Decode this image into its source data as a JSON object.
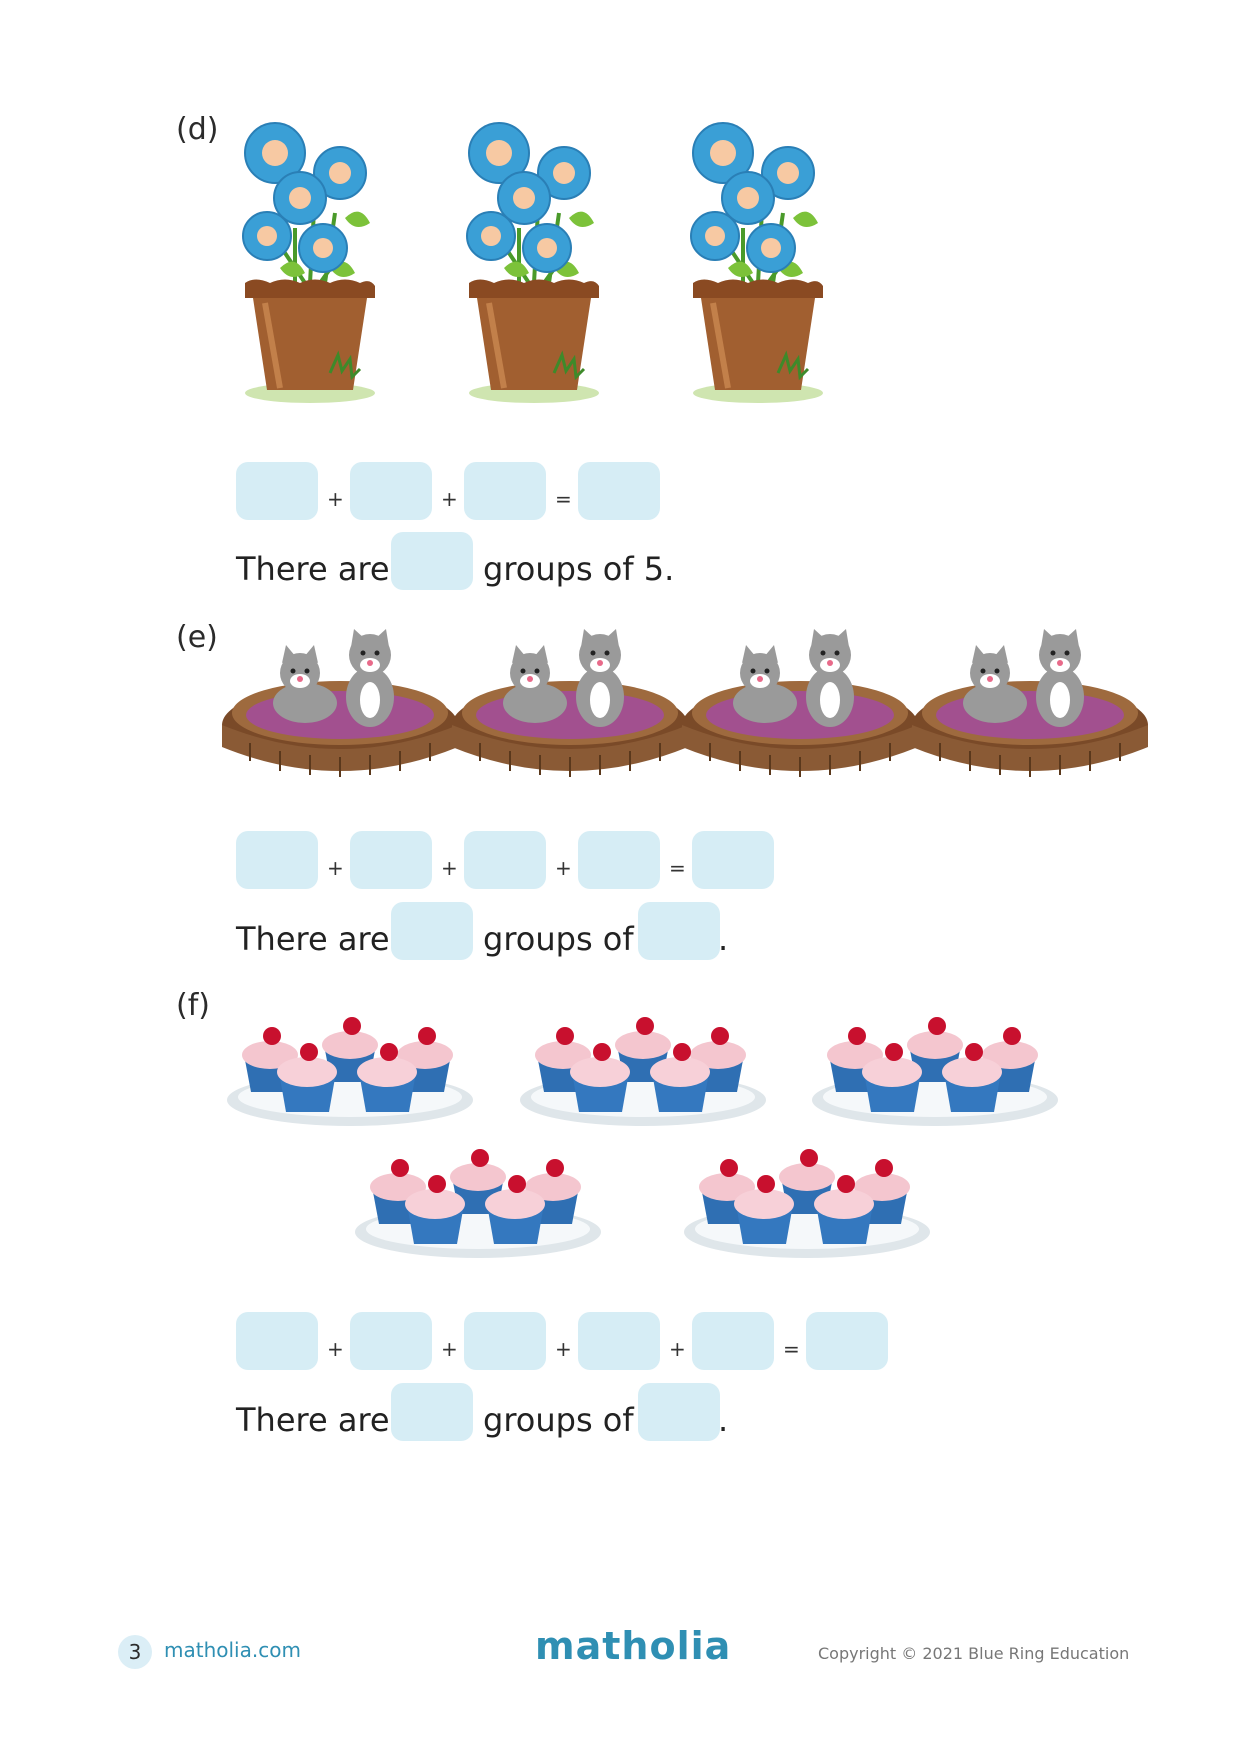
{
  "sections": {
    "d": {
      "label": "(d)",
      "ops": [
        "+",
        "+",
        "="
      ],
      "sentence": {
        "pre": "There are",
        "mid": "groups of 5."
      }
    },
    "e": {
      "label": "(e)",
      "ops": [
        "+",
        "+",
        "+",
        "="
      ],
      "sentence": {
        "pre": "There are",
        "mid": "groups of",
        "end": "."
      }
    },
    "f": {
      "label": "(f)",
      "ops": [
        "+",
        "+",
        "+",
        "+",
        "="
      ],
      "sentence": {
        "pre": "There are",
        "mid": "groups of",
        "end": "."
      }
    }
  },
  "footer": {
    "page_number": "3",
    "site": "matholia.com",
    "logo": "matholia",
    "copyright": "Copyright © 2021 Blue Ring Education"
  },
  "colors": {
    "answer_box": "#d6edf5",
    "brand": "#2f8fb3",
    "flower": "#3a9fd6",
    "basket": "#8a5a35",
    "cushion": "#9b4f8e",
    "cupcake_liner": "#2f6fb3",
    "frosting": "#f4c6cf",
    "cherry": "#c8102e"
  },
  "icons": [
    "flower-pot-icon",
    "cat-basket-icon",
    "cupcake-plate-icon"
  ]
}
